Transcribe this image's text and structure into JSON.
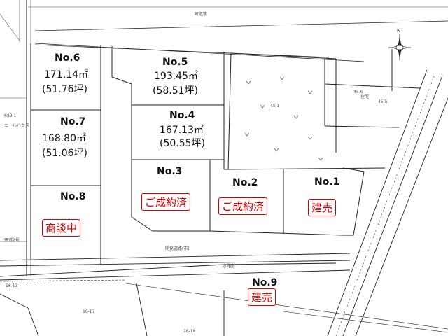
{
  "lots": [
    {
      "no": "No.6",
      "area_m2": "171.14㎡",
      "area_tsubo": "(51.76坪)"
    },
    {
      "no": "No.5",
      "area_m2": "193.45㎡",
      "area_tsubo": "(58.51坪)"
    },
    {
      "no": "No.4",
      "area_m2": "167.13㎡",
      "area_tsubo": "(50.55坪)"
    },
    {
      "no": "No.7",
      "area_m2": "168.80㎡",
      "area_tsubo": "(51.06坪)"
    },
    {
      "no": "No.3"
    },
    {
      "no": "No.2"
    },
    {
      "no": "No.1"
    },
    {
      "no": "No.8"
    },
    {
      "no": "No.9"
    }
  ],
  "status": {
    "lot3": "ご成約済",
    "lot2": "ご成約済",
    "lot1": "建売",
    "lot8": "商談中",
    "lot9": "建売"
  },
  "compass_label": "N",
  "map_notes": {
    "top_road": "町道等",
    "parcel_east": "45-1",
    "parcel_ne": "45-6",
    "parcel_ne2": "45-5",
    "house_label": "住宅",
    "west_label": "ニールハウス",
    "west_parcel": "680-1",
    "south_parcel1": "16-17",
    "south_parcel2": "16-18",
    "south_parcel3": "16-13",
    "road_label": "水路敷",
    "road_label2": "開発道路(市)",
    "west_road": "市道2号"
  },
  "colors": {
    "stamp_red": "#d40000",
    "line": "#222222"
  }
}
